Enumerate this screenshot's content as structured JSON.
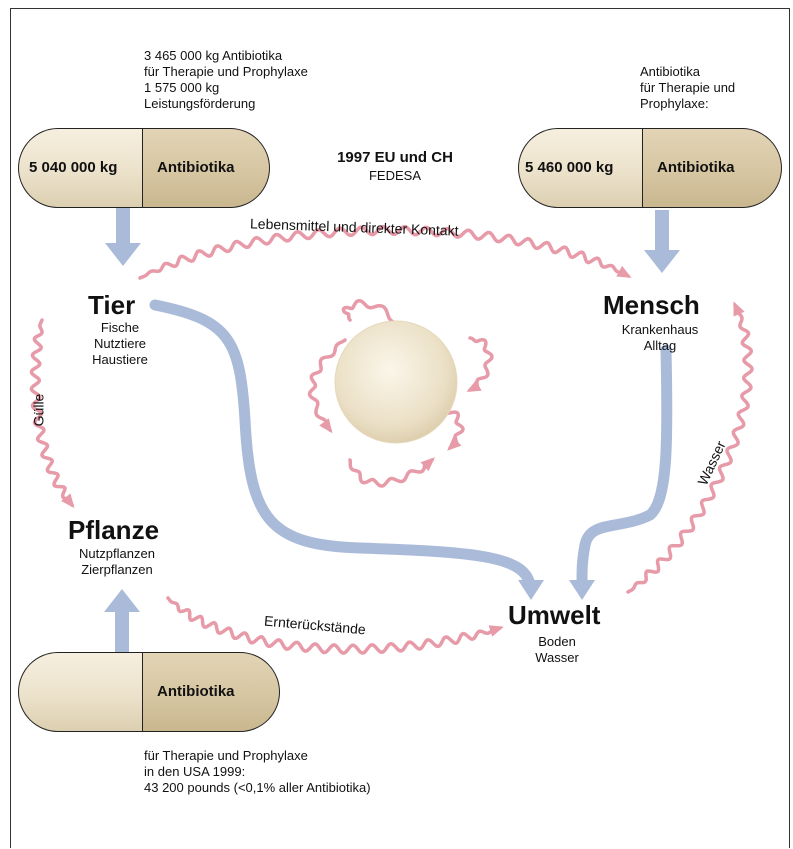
{
  "header": {
    "title": "1997 EU und CH",
    "subtitle": "FEDESA"
  },
  "capsules": {
    "left_top": {
      "amount": "5 040 000 kg",
      "label": "Antibiotika"
    },
    "right_top": {
      "amount": "5 460 000 kg",
      "label": "Antibiotika"
    },
    "bottom": {
      "amount": "",
      "label": "Antibiotika"
    }
  },
  "notes": {
    "left_top": "3 465 000 kg Antibiotika\nfür Therapie und Prophylaxe\n1 575 000 kg\nLeistungsförderung",
    "right_top": "Antibiotika\nfür Therapie und\nProphylaxe:",
    "bottom": "für Therapie und Prophylaxe\nin den USA 1999:\n43 200 pounds (<0,1% aller  Antibiotika)"
  },
  "nodes": {
    "tier": {
      "title": "Tier",
      "sub": "Fische\nNutztiere\nHaustiere"
    },
    "mensch": {
      "title": "Mensch",
      "sub": "Krankenhaus\nAlltag"
    },
    "pflanze": {
      "title": "Pflanze",
      "sub": "Nutzpflanzen\nZierpflanzen"
    },
    "umwelt": {
      "title": "Umwelt",
      "sub": "Boden\nWasser"
    }
  },
  "flows": {
    "lebensmittel": "Lebensmittel und direkter Kontakt",
    "guelle": "Gülle",
    "ernte": "Ernterückstände",
    "wasser": "Wasser"
  },
  "colors": {
    "blue_flow": "#aabbd9",
    "pink_flow": "#e79aa8",
    "capsule_light": "#efe6d1",
    "capsule_dark": "#d6c6a2"
  }
}
